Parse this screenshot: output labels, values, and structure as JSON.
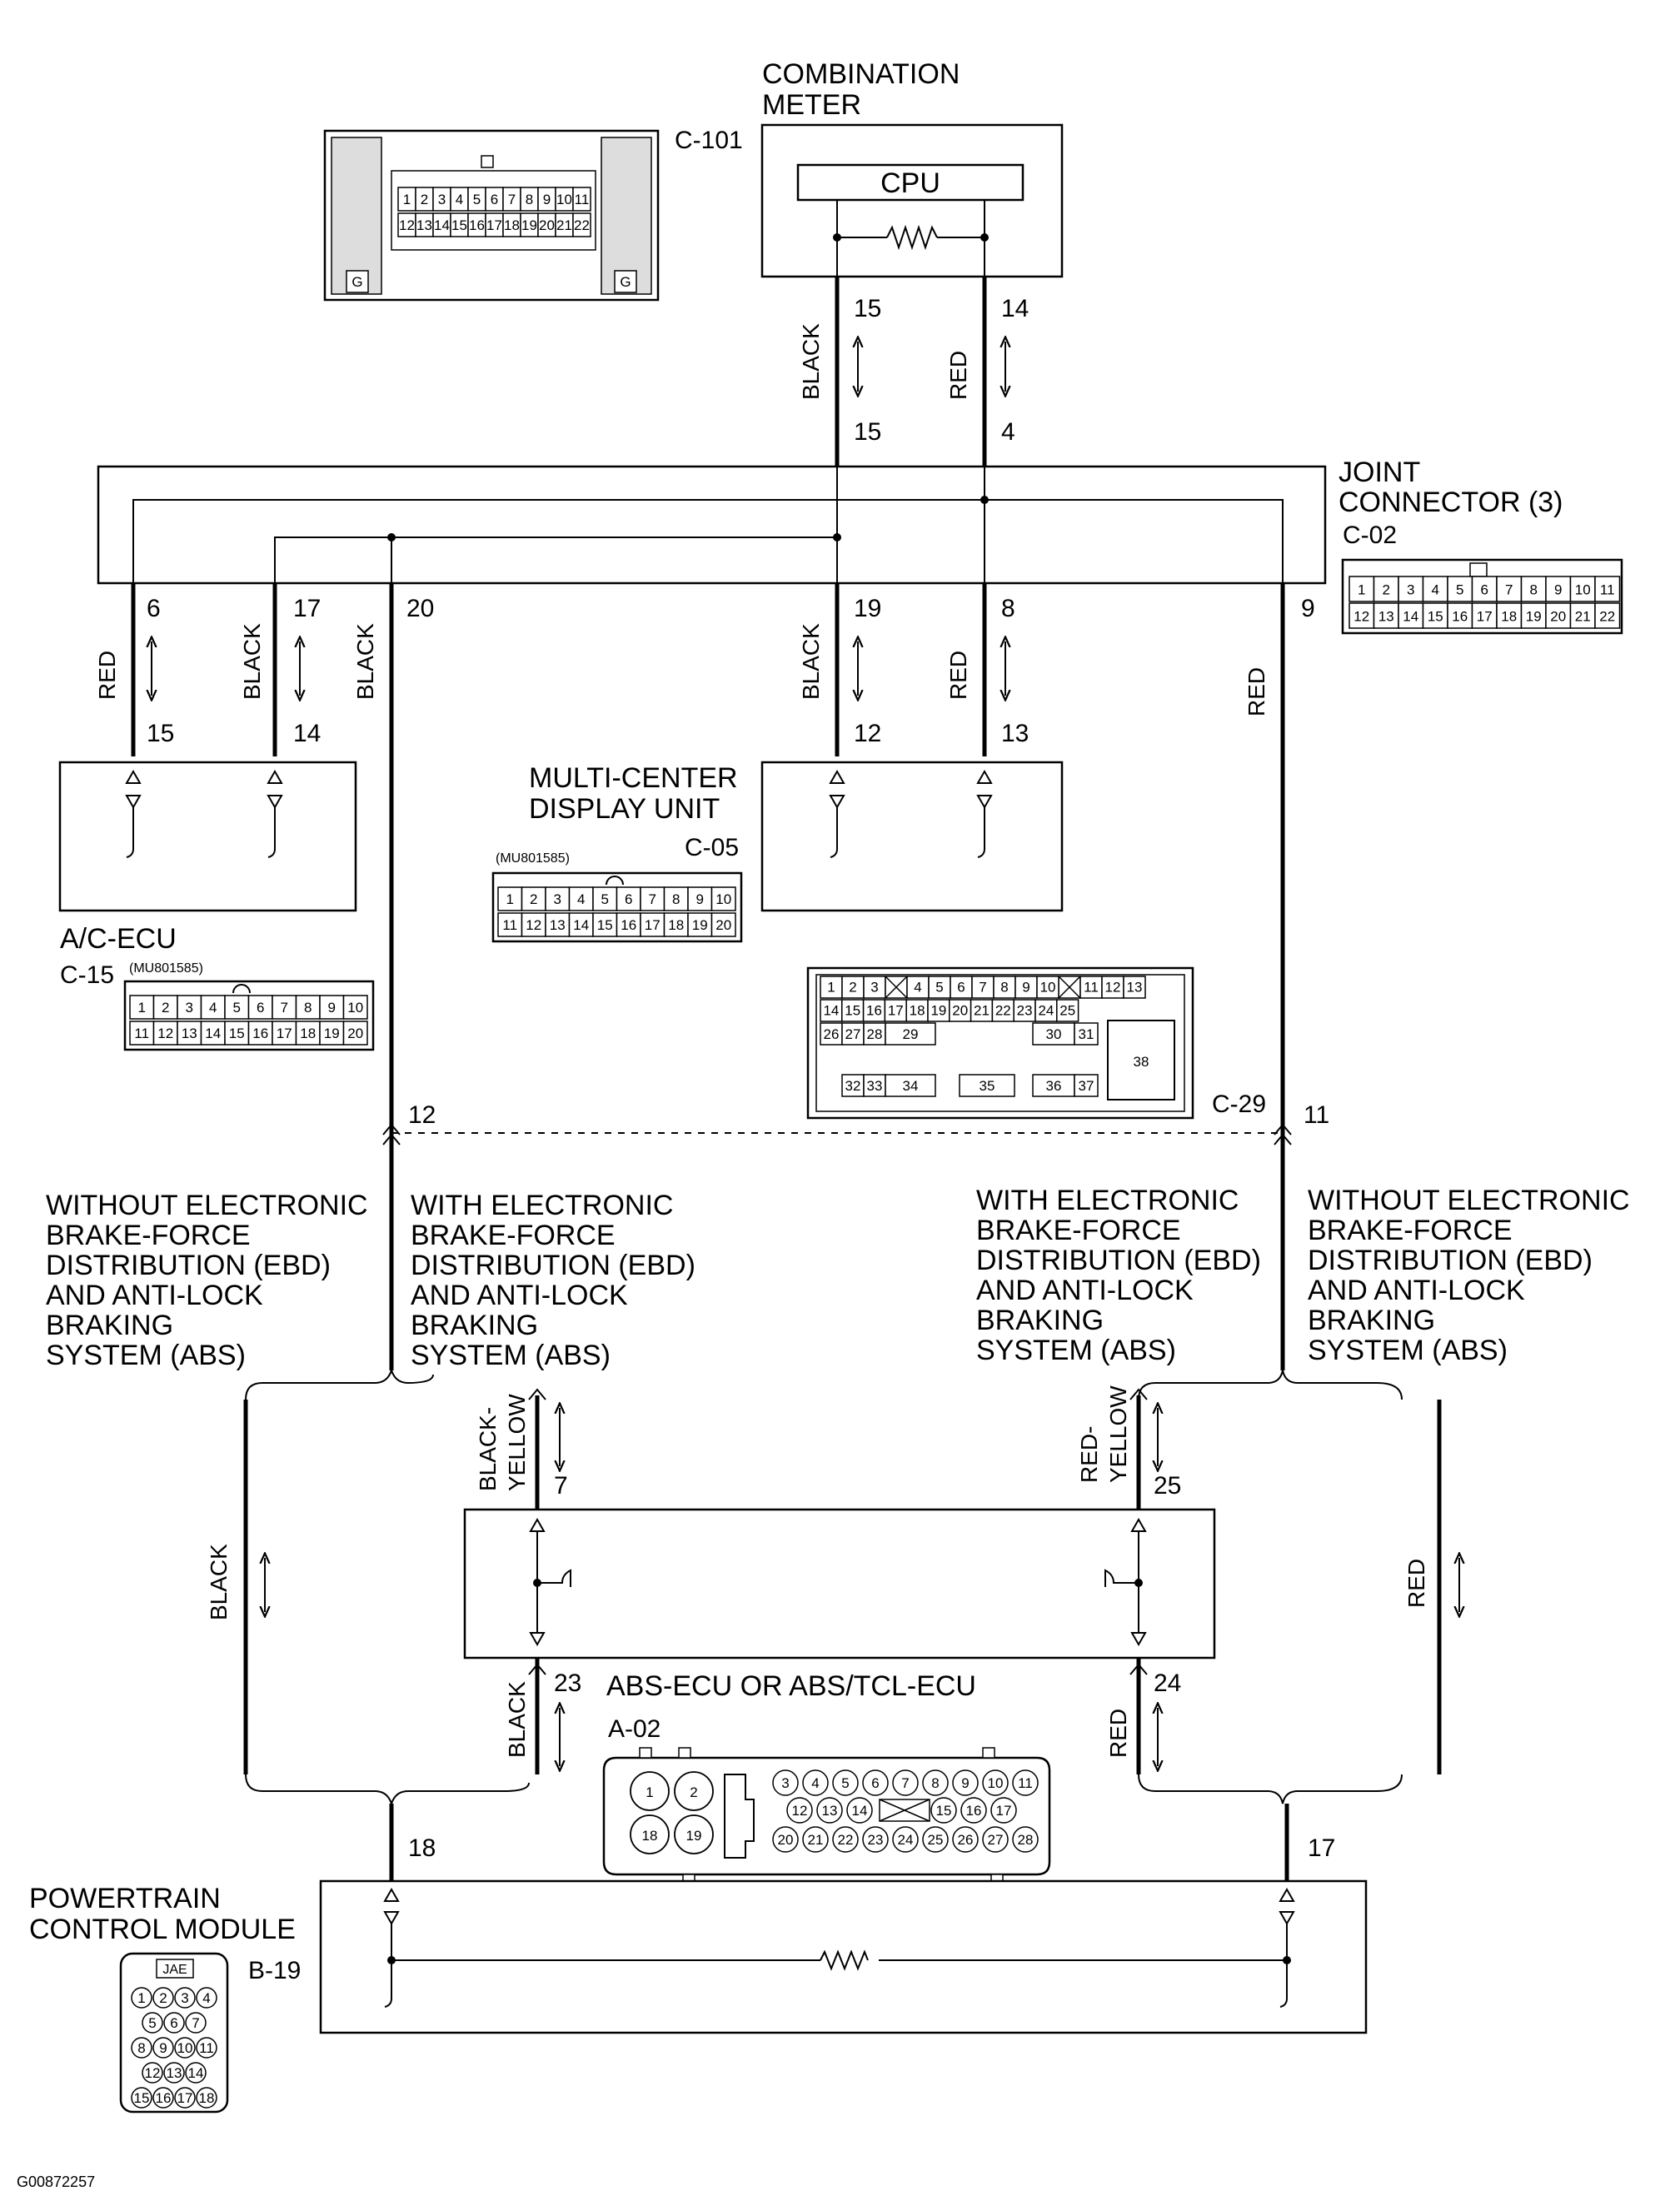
{
  "components": {
    "combination_meter": {
      "name_line1": "COMBINATION",
      "name_line2": "METER",
      "code": "C-101",
      "cpu": "CPU"
    },
    "joint_connector": {
      "name_line1": "JOINT",
      "name_line2": "CONNECTOR (3)",
      "code": "C-02"
    },
    "ac_ecu": {
      "name": "A/C-ECU",
      "code": "C-15",
      "part_no": "(MU801585)"
    },
    "multi_center_display": {
      "name_line1": "MULTI-CENTER",
      "name_line2": "DISPLAY UNIT",
      "code": "C-05",
      "part_no": "(MU801585)"
    },
    "intermediate_connector": {
      "code": "C-29"
    },
    "abs_ecu": {
      "name": "ABS-ECU OR ABS/TCL-ECU",
      "code": "A-02"
    },
    "pcm": {
      "name_line1": "POWERTRAIN",
      "name_line2": "CONTROL MODULE",
      "code": "B-19",
      "connector_tag": "JAE"
    }
  },
  "wires": {
    "black": "BLACK",
    "red": "RED",
    "black_yellow_1": "BLACK-",
    "black_yellow_2": "YELLOW",
    "red_yellow_1": "RED-",
    "red_yellow_2": "YELLOW"
  },
  "pins": {
    "meter_15": "15",
    "meter_14": "14",
    "jc_15": "15",
    "jc_4": "4",
    "jc_6": "6",
    "jc_17": "17",
    "jc_20": "20",
    "jc_19": "19",
    "jc_8": "8",
    "jc_9": "9",
    "ac_15": "15",
    "ac_14": "14",
    "mcd_12": "12",
    "mcd_13": "13",
    "c29_12": "12",
    "c29_11": "11",
    "abs_7": "7",
    "abs_25": "25",
    "abs_23": "23",
    "abs_24": "24",
    "pcm_18": "18",
    "pcm_17": "17"
  },
  "variants": {
    "without_left": [
      "WITHOUT ELECTRONIC",
      "BRAKE-FORCE",
      "DISTRIBUTION (EBD)",
      "AND ANTI-LOCK",
      "BRAKING",
      "SYSTEM (ABS)"
    ],
    "with_left": [
      "WITH ELECTRONIC",
      "BRAKE-FORCE",
      "DISTRIBUTION (EBD)",
      "AND ANTI-LOCK",
      "BRAKING",
      "SYSTEM (ABS)"
    ],
    "with_right": [
      "WITH ELECTRONIC",
      "BRAKE-FORCE",
      "DISTRIBUTION (EBD)",
      "AND ANTI-LOCK",
      "BRAKING",
      "SYSTEM (ABS)"
    ],
    "without_right": [
      "WITHOUT ELECTRONIC",
      "BRAKE-FORCE",
      "DISTRIBUTION (EBD)",
      "AND ANTI-LOCK",
      "BRAKING",
      "SYSTEM (ABS)"
    ]
  },
  "connectors": {
    "c101_row1": [
      "1",
      "2",
      "3",
      "4",
      "5",
      "6",
      "7",
      "8",
      "9",
      "10",
      "11"
    ],
    "c101_row2": [
      "12",
      "13",
      "14",
      "15",
      "16",
      "17",
      "18",
      "19",
      "20",
      "21",
      "22"
    ],
    "c101_ground": "G",
    "c02_row1": [
      "1",
      "2",
      "3",
      "4",
      "5",
      "6",
      "7",
      "8",
      "9",
      "10",
      "11"
    ],
    "c02_row2": [
      "12",
      "13",
      "14",
      "15",
      "16",
      "17",
      "18",
      "19",
      "20",
      "21",
      "22"
    ],
    "c05_row1": [
      "1",
      "2",
      "3",
      "4",
      "5",
      "6",
      "7",
      "8",
      "9",
      "10"
    ],
    "c05_row2": [
      "11",
      "12",
      "13",
      "14",
      "15",
      "16",
      "17",
      "18",
      "19",
      "20"
    ],
    "c15_row1": [
      "1",
      "2",
      "3",
      "4",
      "5",
      "6",
      "7",
      "8",
      "9",
      "10"
    ],
    "c15_row2": [
      "11",
      "12",
      "13",
      "14",
      "15",
      "16",
      "17",
      "18",
      "19",
      "20"
    ],
    "c29_row1a": [
      "1",
      "2",
      "3"
    ],
    "c29_row1b": [
      "4",
      "5",
      "6",
      "7",
      "8",
      "9",
      "10"
    ],
    "c29_row1c": [
      "11",
      "12",
      "13"
    ],
    "c29_row2": [
      "14",
      "15",
      "16",
      "17",
      "18",
      "19",
      "20",
      "21",
      "22",
      "23",
      "24",
      "25"
    ],
    "c29_row3": [
      "26",
      "27",
      "28",
      "29",
      "30",
      "31"
    ],
    "c29_row4": [
      "32",
      "33",
      "34",
      "35",
      "36",
      "37"
    ],
    "c29_big": "38",
    "a02_big": [
      "1",
      "2",
      "18",
      "19"
    ],
    "a02_row1": [
      "3",
      "4",
      "5",
      "6",
      "7",
      "8",
      "9",
      "10",
      "11"
    ],
    "a02_row2a": [
      "12",
      "13",
      "14"
    ],
    "a02_row2b": [
      "15",
      "16",
      "17"
    ],
    "a02_row3": [
      "20",
      "21",
      "22",
      "23",
      "24",
      "25",
      "26",
      "27",
      "28"
    ],
    "b19_rows": [
      [
        "1",
        "2",
        "3",
        "4"
      ],
      [
        "5",
        "6",
        "7"
      ],
      [
        "8",
        "9",
        "10",
        "11"
      ],
      [
        "12",
        "13",
        "14"
      ],
      [
        "15",
        "16",
        "17",
        "18"
      ]
    ]
  },
  "figure_id": "G00872257"
}
